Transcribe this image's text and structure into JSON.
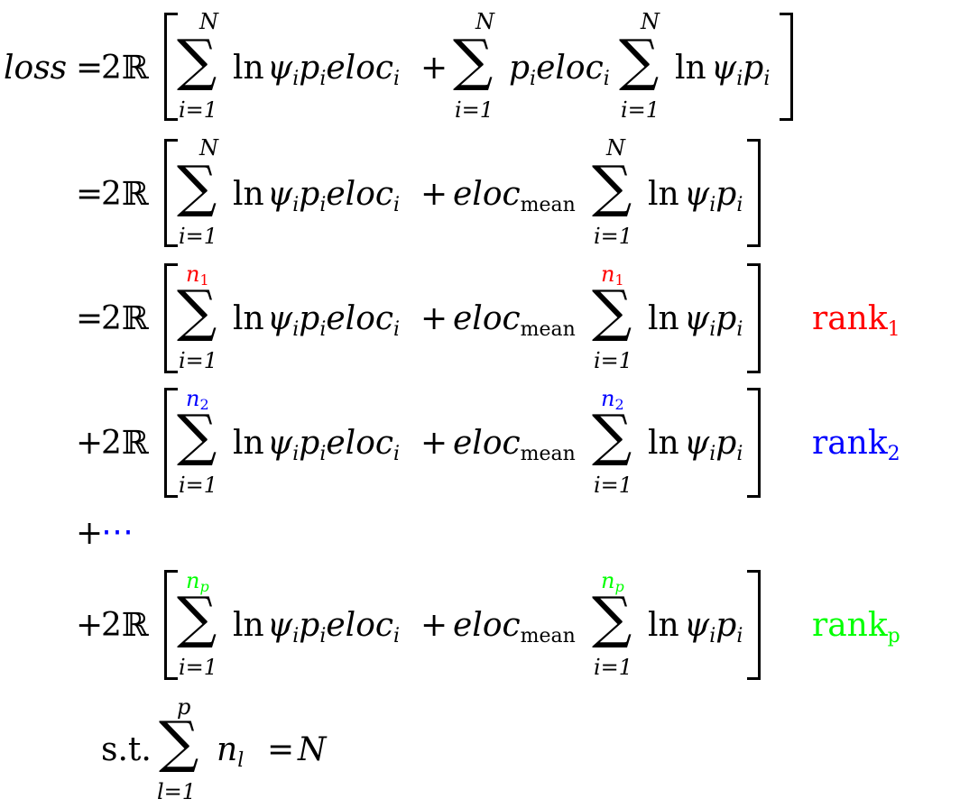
{
  "lhs": "loss",
  "eq": "=",
  "plus": "+",
  "coef": "2ℝ",
  "sum_lower": "i=1",
  "sum_upper_N": "N",
  "ln": "ln",
  "psi": "ψ",
  "i": "i",
  "p": "p",
  "eloc": "eloc",
  "mean": "mean",
  "dots": "⋯",
  "upper": {
    "n1": {
      "base": "n",
      "sub": "1",
      "color": "#ff0000"
    },
    "n2": {
      "base": "n",
      "sub": "2",
      "color": "#0000ff"
    },
    "np": {
      "base": "n",
      "sub": "p",
      "color": "#00ff00"
    }
  },
  "ranks": [
    {
      "base": "rank",
      "sub": "1",
      "color": "#ff0000"
    },
    {
      "base": "rank",
      "sub": "2",
      "color": "#0000ff"
    },
    {
      "base": "rank",
      "sub": "p",
      "color": "#00ff00"
    }
  ],
  "dots_color": "#0000ff",
  "constraint": {
    "st": "s.t.",
    "upper": "p",
    "lower": "l=1",
    "n": "n",
    "l": "l",
    "rhs": "N"
  }
}
